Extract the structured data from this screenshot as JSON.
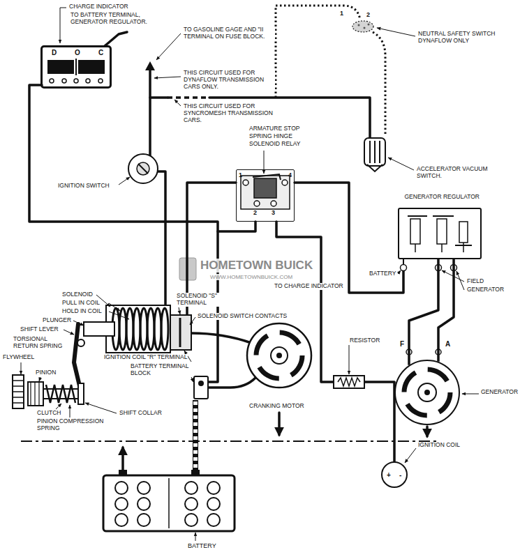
{
  "diagram": {
    "nodes": [
      {
        "text": [
          "D",
          "O",
          "C"
        ]
      },
      {
        "text": [
          "1",
          "4",
          "2",
          "3"
        ]
      },
      {
        "text": [
          "GENERATOR REGULATOR"
        ]
      },
      {
        "text": [
          "F",
          "A"
        ]
      },
      {
        "text": [
          "+",
          "-"
        ]
      }
    ],
    "edges": [
      {
        "from": 2,
        "to": 3,
        "arrow": "none"
      },
      {
        "from": 2,
        "to": 3,
        "arrow": "none"
      }
    ],
    "labels": [
      "CHARGE INDICATOR",
      "TO BATTERY TERMINAL, GENERATOR REGULATOR.",
      "TO GASOLINE GAGE AND \"II TERMINAL ON FUSE BLOCK.",
      "THIS CIRCUIT USED FOR DYNAFLOW TRANSMISSION CARS ONLY.",
      "THIS CIRCUIT USED FOR SYNCROMESH TRANSMISSION CARS.",
      "1",
      "2",
      "NEUTRAL SAFETY SWITCH DYNAFLOW ONLY",
      "IGNITION SWITCH",
      "ARMATURE STOP",
      "SPRING HINGE",
      "SOLENOID RELAY",
      "ACCELERATOR VACUUM SWITCH.",
      "BATTERY",
      "TO CHARGE INDICATOR",
      "FIELD",
      "GENERATOR",
      "SOLENOID",
      "PULL IN COIL",
      "HOLD IN COIL",
      "PLUNGER",
      "SHIFT LEVER",
      "TORSIONAL RETURN SPRING",
      "FLYWHEEL",
      "PINION",
      "CLUTCH",
      "PINION COMPRESSION SPRING",
      "SHIFT COLLAR",
      "SOLENOID \"S\" TERMINAL",
      "SOLENOID SWITCH CONTACTS",
      "IGNITION COIL \"R\" TERMINAL",
      "BATTERY TERMINAL BLOCK",
      "RESISTOR",
      "CRANKING MOTOR",
      "GENERATOR",
      "IGNITION COIL",
      "BATTERY",
      "HOMETOWN BUICK",
      "WWW.HOMETOWNBUICK.COM"
    ]
  }
}
